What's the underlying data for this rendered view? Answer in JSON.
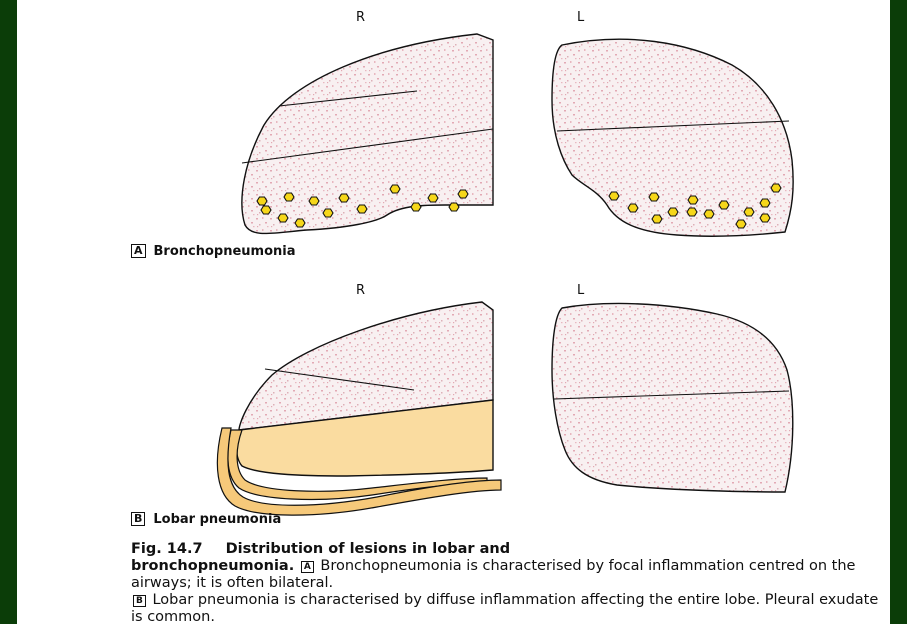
{
  "figure_a": {
    "right_label": "R",
    "left_label": "L",
    "panel_letter": "A",
    "panel_title": "Bronchopneumonia"
  },
  "figure_b": {
    "right_label": "R",
    "left_label": "L",
    "panel_letter": "B",
    "panel_title": "Lobar pneumonia"
  },
  "caption": {
    "fig_number": "Fig. 14.7",
    "title_part1": "Distribution of lesions in lobar and",
    "title_part2": "bronchopneumonia.",
    "box_a": "A",
    "text_a": "Bronchopneumonia is characterised by focal inflammation centred on the airways; it is often bilateral.",
    "box_b": "B",
    "text_b": "Lobar pneumonia is characterised by diffuse inflammation affecting the entire lobe. Pleural exudate is common."
  },
  "colors": {
    "background": "#0b3d08",
    "lung_fill": "#f7eef0",
    "speckle": "#e2a9b4",
    "lesion": "#f6d71a",
    "consolidation": "#fadca0",
    "effusion": "#f6c97a"
  }
}
